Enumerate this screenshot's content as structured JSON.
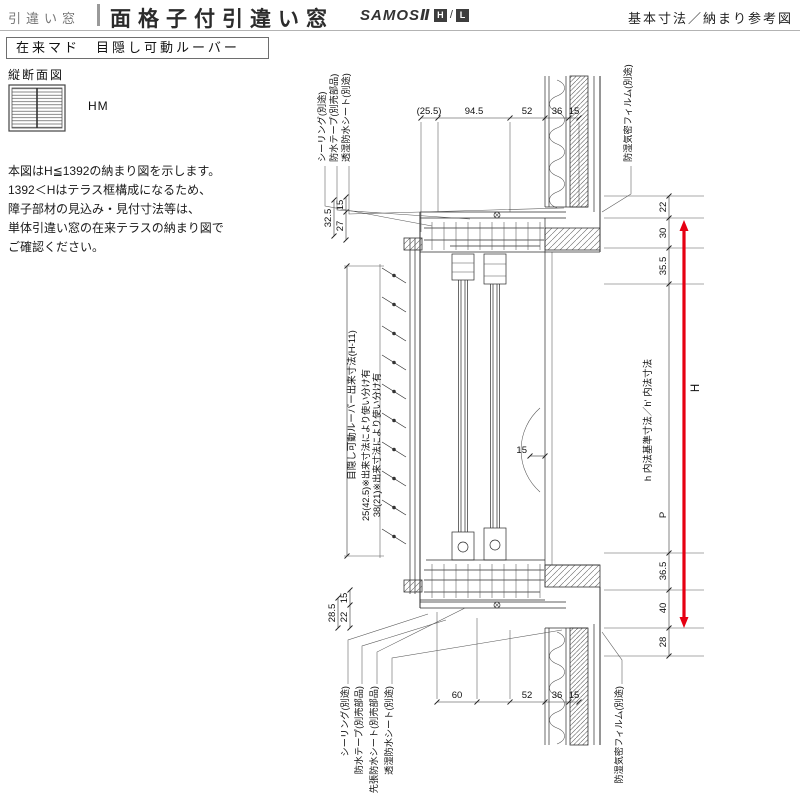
{
  "header": {
    "category": "引違い窓",
    "title": "面格子付引違い窓",
    "brand": "SAMOSⅡ",
    "badges": [
      "H",
      "L"
    ],
    "right_note": "基本寸法／納まり参考図"
  },
  "subheader": "在来マド　目隠し可動ルーバー",
  "left_panel": {
    "section_label": "縦断面図",
    "icon_label": "HM",
    "note_lines": [
      "本図はH≦1392の納まり図を示します。",
      "1392＜Hはテラス框構成になるため、",
      "障子部材の見込み・見付寸法等は、",
      "単体引違い窓の在来テラスの納まり図で",
      "ご確認ください。"
    ]
  },
  "drawing": {
    "top_leader_labels": [
      "シーリング(別途)",
      "防水テープ(別売部品)",
      "透湿防水シート(別途)",
      "防湿気密フィルム(別途)"
    ],
    "bottom_leader_labels": [
      "シーリング(別途)",
      "防水テープ(別売部品)",
      "先張防水シート(別売部品)",
      "透湿防水シート(別途)",
      "防湿気密フィルム(別途)"
    ],
    "top_dims": [
      "(25.5)",
      "94.5",
      "52",
      "36",
      "15"
    ],
    "bottom_dims": [
      "60",
      "52",
      "36",
      "15"
    ],
    "left_top_dims": [
      "32.5",
      "15",
      "27"
    ],
    "left_bottom_dims": [
      "28.5",
      "15",
      "22"
    ],
    "right_dims": [
      "22",
      "30",
      "35.5",
      "36.5",
      "40",
      "28"
    ],
    "height_symbol": "H",
    "p_symbol": "P",
    "mid_dim": "15",
    "inner_height_label": "h 内法基準寸法／h' 内法寸法",
    "louver_dim_label": "目隠し可動ルーバー出来寸法(H-11)",
    "louver_note_1": "25(42.5)※出来寸法により使い分け有",
    "louver_note_2": "38(21)※出来寸法により使い分け有"
  }
}
